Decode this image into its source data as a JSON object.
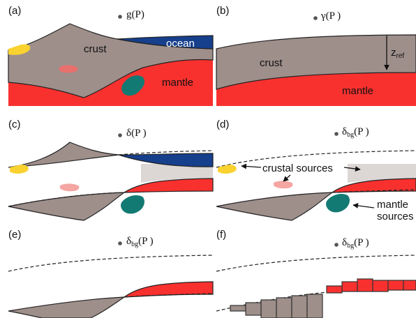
{
  "panels": {
    "a": {
      "tag": "(a)",
      "func": "g(P)"
    },
    "b": {
      "tag": "(b)",
      "func": "γ(P )"
    },
    "c": {
      "tag": "(c)",
      "func": "δ(P )"
    },
    "d": {
      "tag": "(d)",
      "func": "δbg(P )"
    },
    "e": {
      "tag": "(e)",
      "func": "δbg(P )"
    },
    "f": {
      "tag": "(f)",
      "func": "δbg(P )"
    }
  },
  "labels": {
    "crust": "crust",
    "ocean": "ocean",
    "mantle": "mantle",
    "zref_main": "z",
    "zref_sub": "ref",
    "crustal_sources": "crustal sources",
    "mantle_sources_line1": "mantle",
    "mantle_sources_line2": "sources"
  },
  "colors": {
    "crust": "#9e8f8b",
    "mantle": "#f8312f",
    "ocean": "#163f8c",
    "yellow_source": "#f9d230",
    "pink_source": "#e8716d",
    "teal_source": "#137a73"
  }
}
